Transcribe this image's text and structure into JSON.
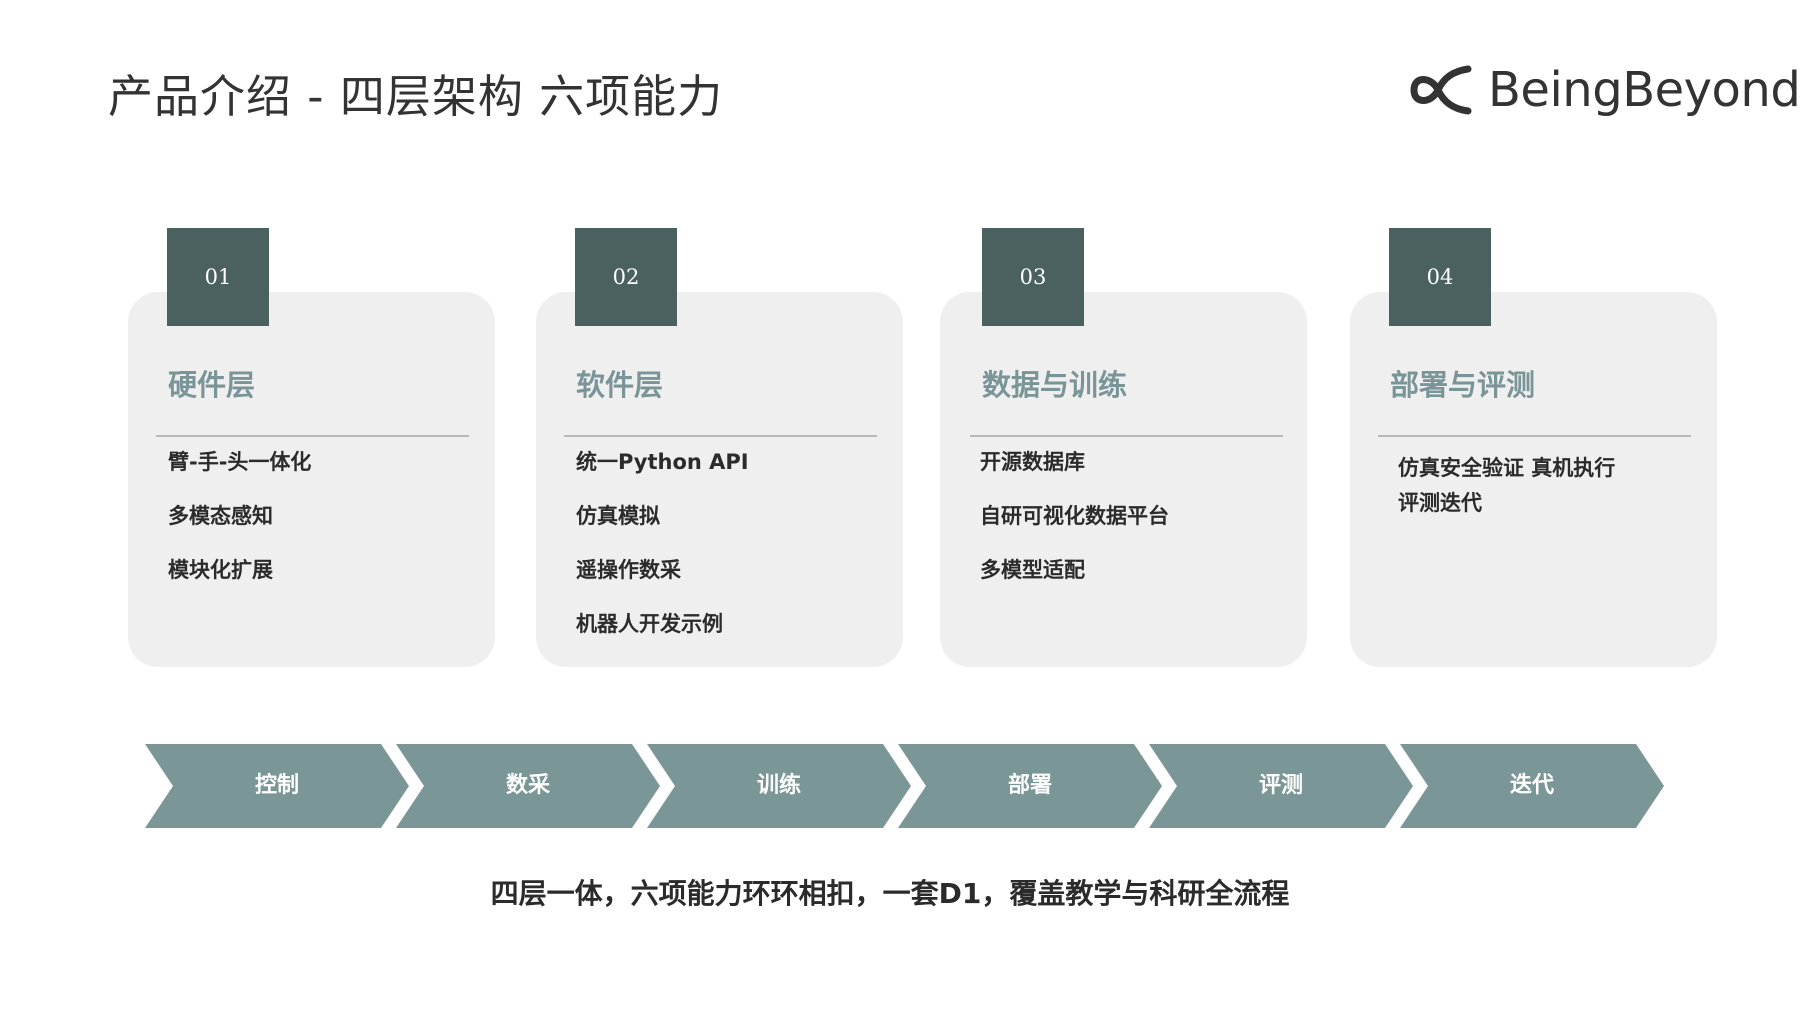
{
  "title": "产品介绍 - 四层架构 六项能力",
  "logo": {
    "text": "BeingBeyond",
    "icon": "bb-logo-icon"
  },
  "cards": [
    {
      "number": "01",
      "title": "硬件层",
      "items": [
        "臂-手-头一体化",
        "多模态感知",
        "模块化扩展"
      ]
    },
    {
      "number": "02",
      "title": "软件层",
      "items": [
        "统一Python API",
        "仿真模拟",
        "遥操作数采",
        "机器人开发示例"
      ]
    },
    {
      "number": "03",
      "title": "数据与训练",
      "items": [
        "开源数据库",
        "自研可视化数据平台",
        "多模型适配"
      ]
    },
    {
      "number": "04",
      "title": "部署与评测",
      "items": [
        "仿真安全验证 真机执行",
        "评测迭代"
      ]
    }
  ],
  "flow": [
    "控制",
    "数采",
    "训练",
    "部署",
    "评测",
    "迭代"
  ],
  "footer": "四层一体，六项能力环环相扣，一套D1，覆盖教学与科研全流程",
  "colors": {
    "accent": "#4a6160",
    "chevron": "#7b9697",
    "card_bg": "#efefef",
    "card_title": "#7a9598"
  }
}
